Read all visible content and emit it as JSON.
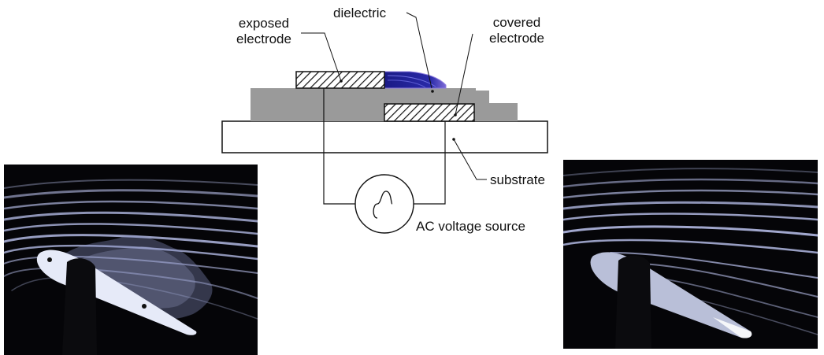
{
  "labels": {
    "exposed_electrode_line1": "exposed",
    "exposed_electrode_line2": "electrode",
    "dielectric": "dielectric",
    "covered_electrode_line1": "covered",
    "covered_electrode_line2": "electrode",
    "substrate": "substrate",
    "ac_source": "AC voltage source"
  },
  "colors": {
    "dielectric_fill": "#9a9a9a",
    "plasma": "#1f1f8c",
    "substrate_fill": "#ffffff",
    "photo_background": "#050508",
    "smoke_streak": "#c8d0ff"
  },
  "icons": {
    "ac_source": "sine-wave-icon"
  },
  "photos": {
    "left": "airfoil-smoke-flow-separated",
    "right": "airfoil-smoke-flow-attached"
  }
}
